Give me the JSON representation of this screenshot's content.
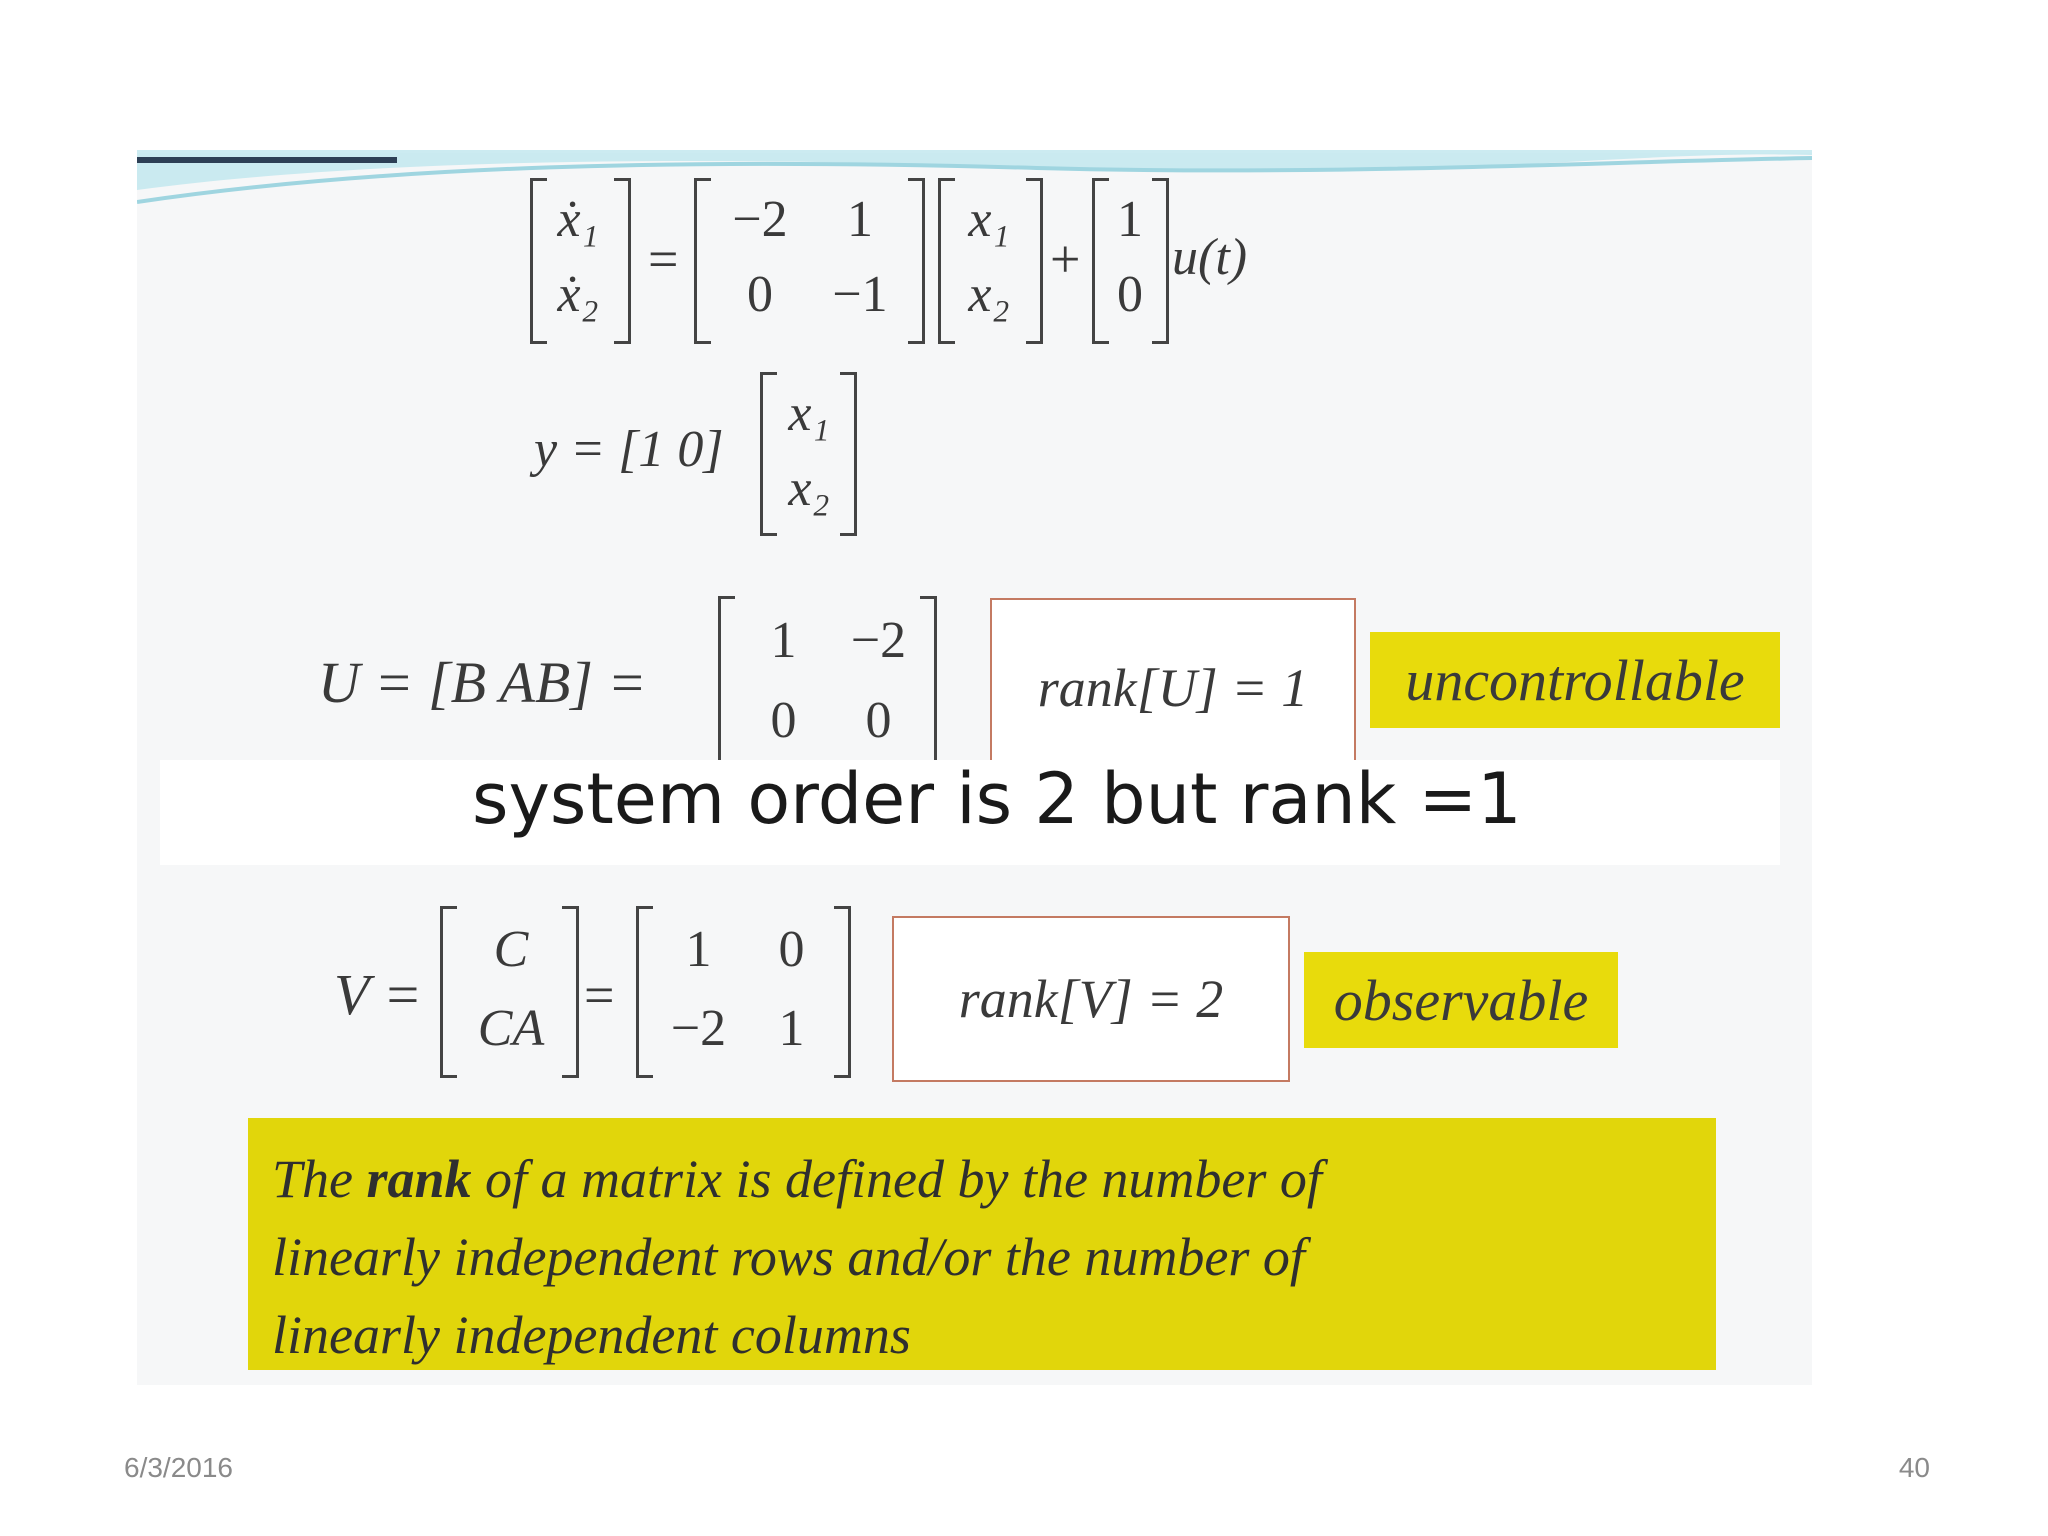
{
  "state_eq": {
    "lhs": [
      "ẋ₁",
      "ẋ₂"
    ],
    "A": [
      [
        "−2",
        "1"
      ],
      [
        "0",
        "−1"
      ]
    ],
    "x": [
      "x₁",
      "x₂"
    ],
    "B": [
      "1",
      "0"
    ],
    "input": "u(t)",
    "eq": "=",
    "plus": "+"
  },
  "output_eq": {
    "prefix": "y = [1   0]",
    "x": [
      "x₁",
      "x₂"
    ]
  },
  "controllability": {
    "lhs": "U = [B   AB] =",
    "matrix": [
      [
        "1",
        "−2"
      ],
      [
        "0",
        "0"
      ]
    ],
    "rank": "rank[U] = 1",
    "tag": "uncontrollable"
  },
  "banner": "system order is 2 but rank =1",
  "observability": {
    "lhs": "V =",
    "stack": [
      "C",
      "CA"
    ],
    "eq": "=",
    "matrix": [
      [
        "1",
        "0"
      ],
      [
        "−2",
        "1"
      ]
    ],
    "rank": "rank[V] = 2",
    "tag": "observable"
  },
  "definition": {
    "part1": "The ",
    "bold": "rank",
    "part2": " of a matrix is defined by the number of",
    "line2": "linearly independent  rows and/or the number of",
    "line3": "linearly independent columns"
  },
  "footer": {
    "date": "6/3/2016",
    "page": "40"
  }
}
